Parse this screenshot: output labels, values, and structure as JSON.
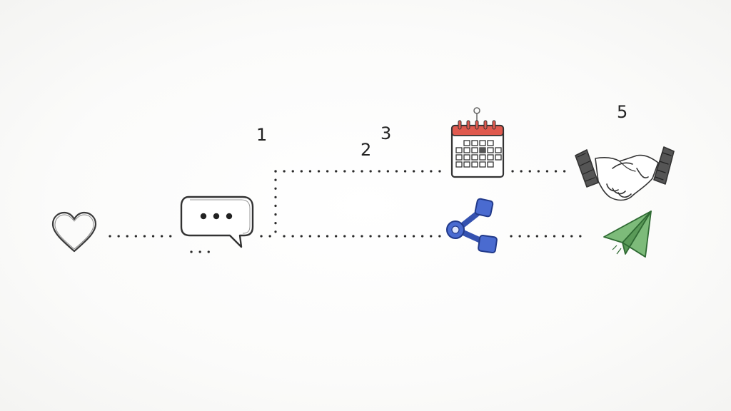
{
  "step_numbers": {
    "n1": "1",
    "n2": "2",
    "n3": "3",
    "n5": "5"
  },
  "icons": [
    "heart-icon",
    "chat-bubble-icon",
    "calendar-icon",
    "share-icon",
    "handshake-icon",
    "paper-plane-icon"
  ],
  "colors": {
    "ink": "#333333",
    "calendar_header": "#e05a4f",
    "share_blue": "#3552b0",
    "plane_green": "#5aa05c"
  }
}
